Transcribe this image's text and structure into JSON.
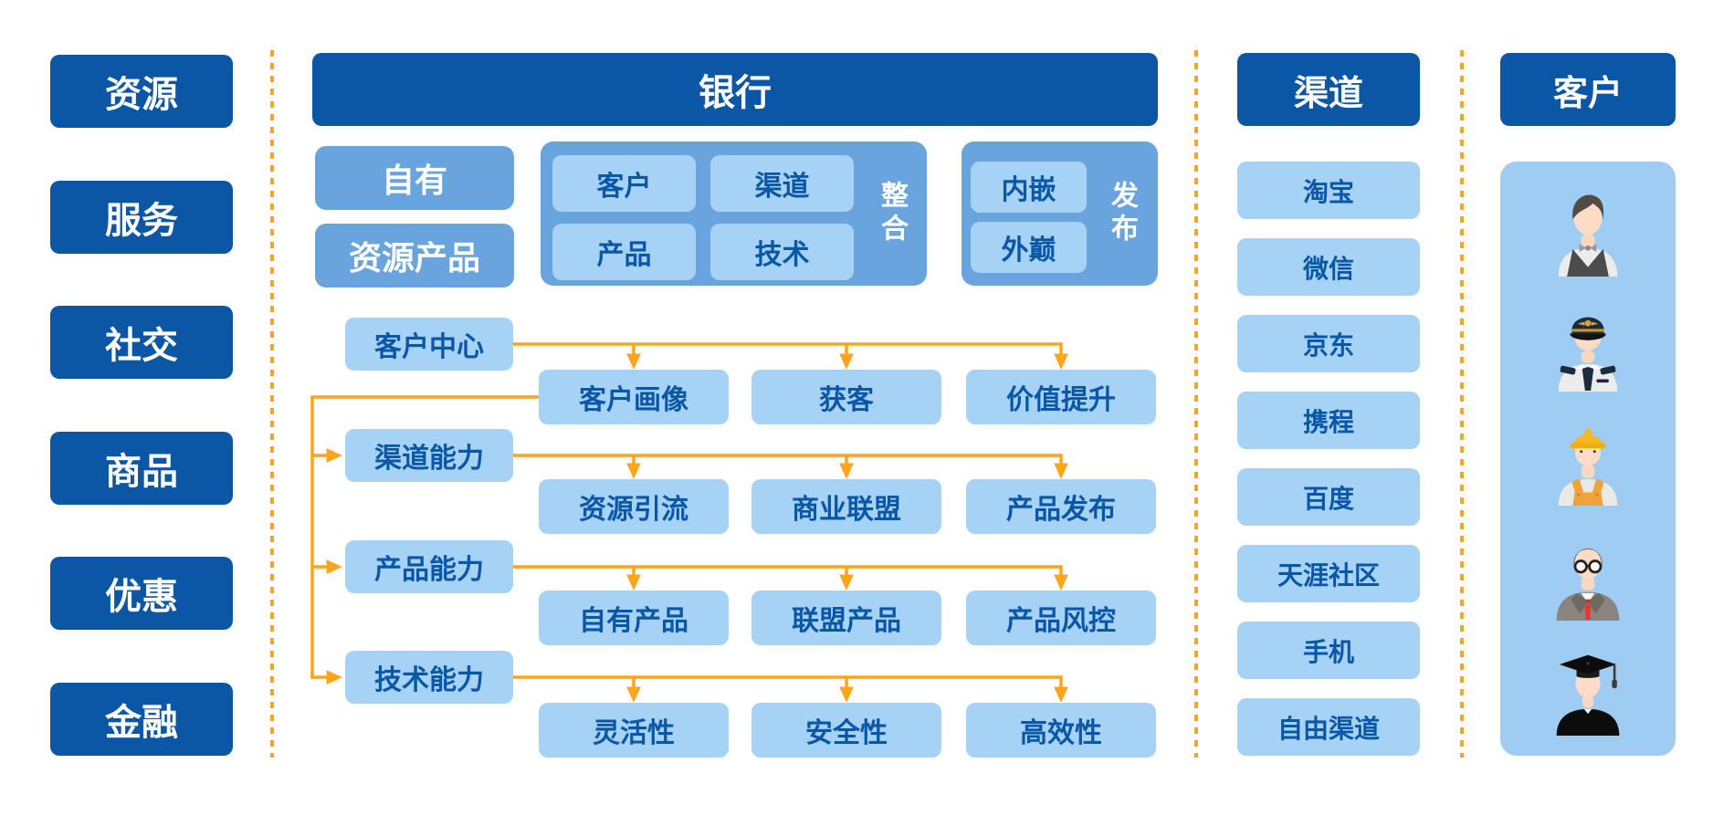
{
  "palette": {
    "dark_blue": "#0b56a5",
    "mid_blue": "#69a4de",
    "light_blue": "#a6d2f6",
    "panel_blue": "#9fccf3",
    "accent_orange": "#ffa41c",
    "box_text_blue": "#0b57a7",
    "white": "#ffffff"
  },
  "left_column": {
    "items": [
      "资源",
      "服务",
      "社交",
      "商品",
      "优惠",
      "金融"
    ]
  },
  "bank": {
    "title": "银行",
    "own_boxes": [
      "自有",
      "资源产品"
    ],
    "integration_group": {
      "label": "整合",
      "items": [
        "客户",
        "渠道",
        "产品",
        "技术"
      ]
    },
    "publish_group": {
      "label": "发布",
      "items": [
        "内嵌",
        "外巅"
      ]
    },
    "capability_rows": [
      {
        "source": "客户中心",
        "targets": [
          "客户画像",
          "获客",
          "价值提升"
        ]
      },
      {
        "source": "渠道能力",
        "targets": [
          "资源引流",
          "商业联盟",
          "产品发布"
        ]
      },
      {
        "source": "产品能力",
        "targets": [
          "自有产品",
          "联盟产品",
          "产品风控"
        ]
      },
      {
        "source": "技术能力",
        "targets": [
          "灵活性",
          "安全性",
          "高效性"
        ]
      }
    ]
  },
  "channels": {
    "title": "渠道",
    "items": [
      "淘宝",
      "微信",
      "京东",
      "携程",
      "百度",
      "天涯社区",
      "手机",
      "自由渠道"
    ]
  },
  "customers": {
    "title": "客户",
    "personas": [
      "waiter",
      "pilot",
      "construction-worker",
      "businessman",
      "graduate"
    ]
  }
}
